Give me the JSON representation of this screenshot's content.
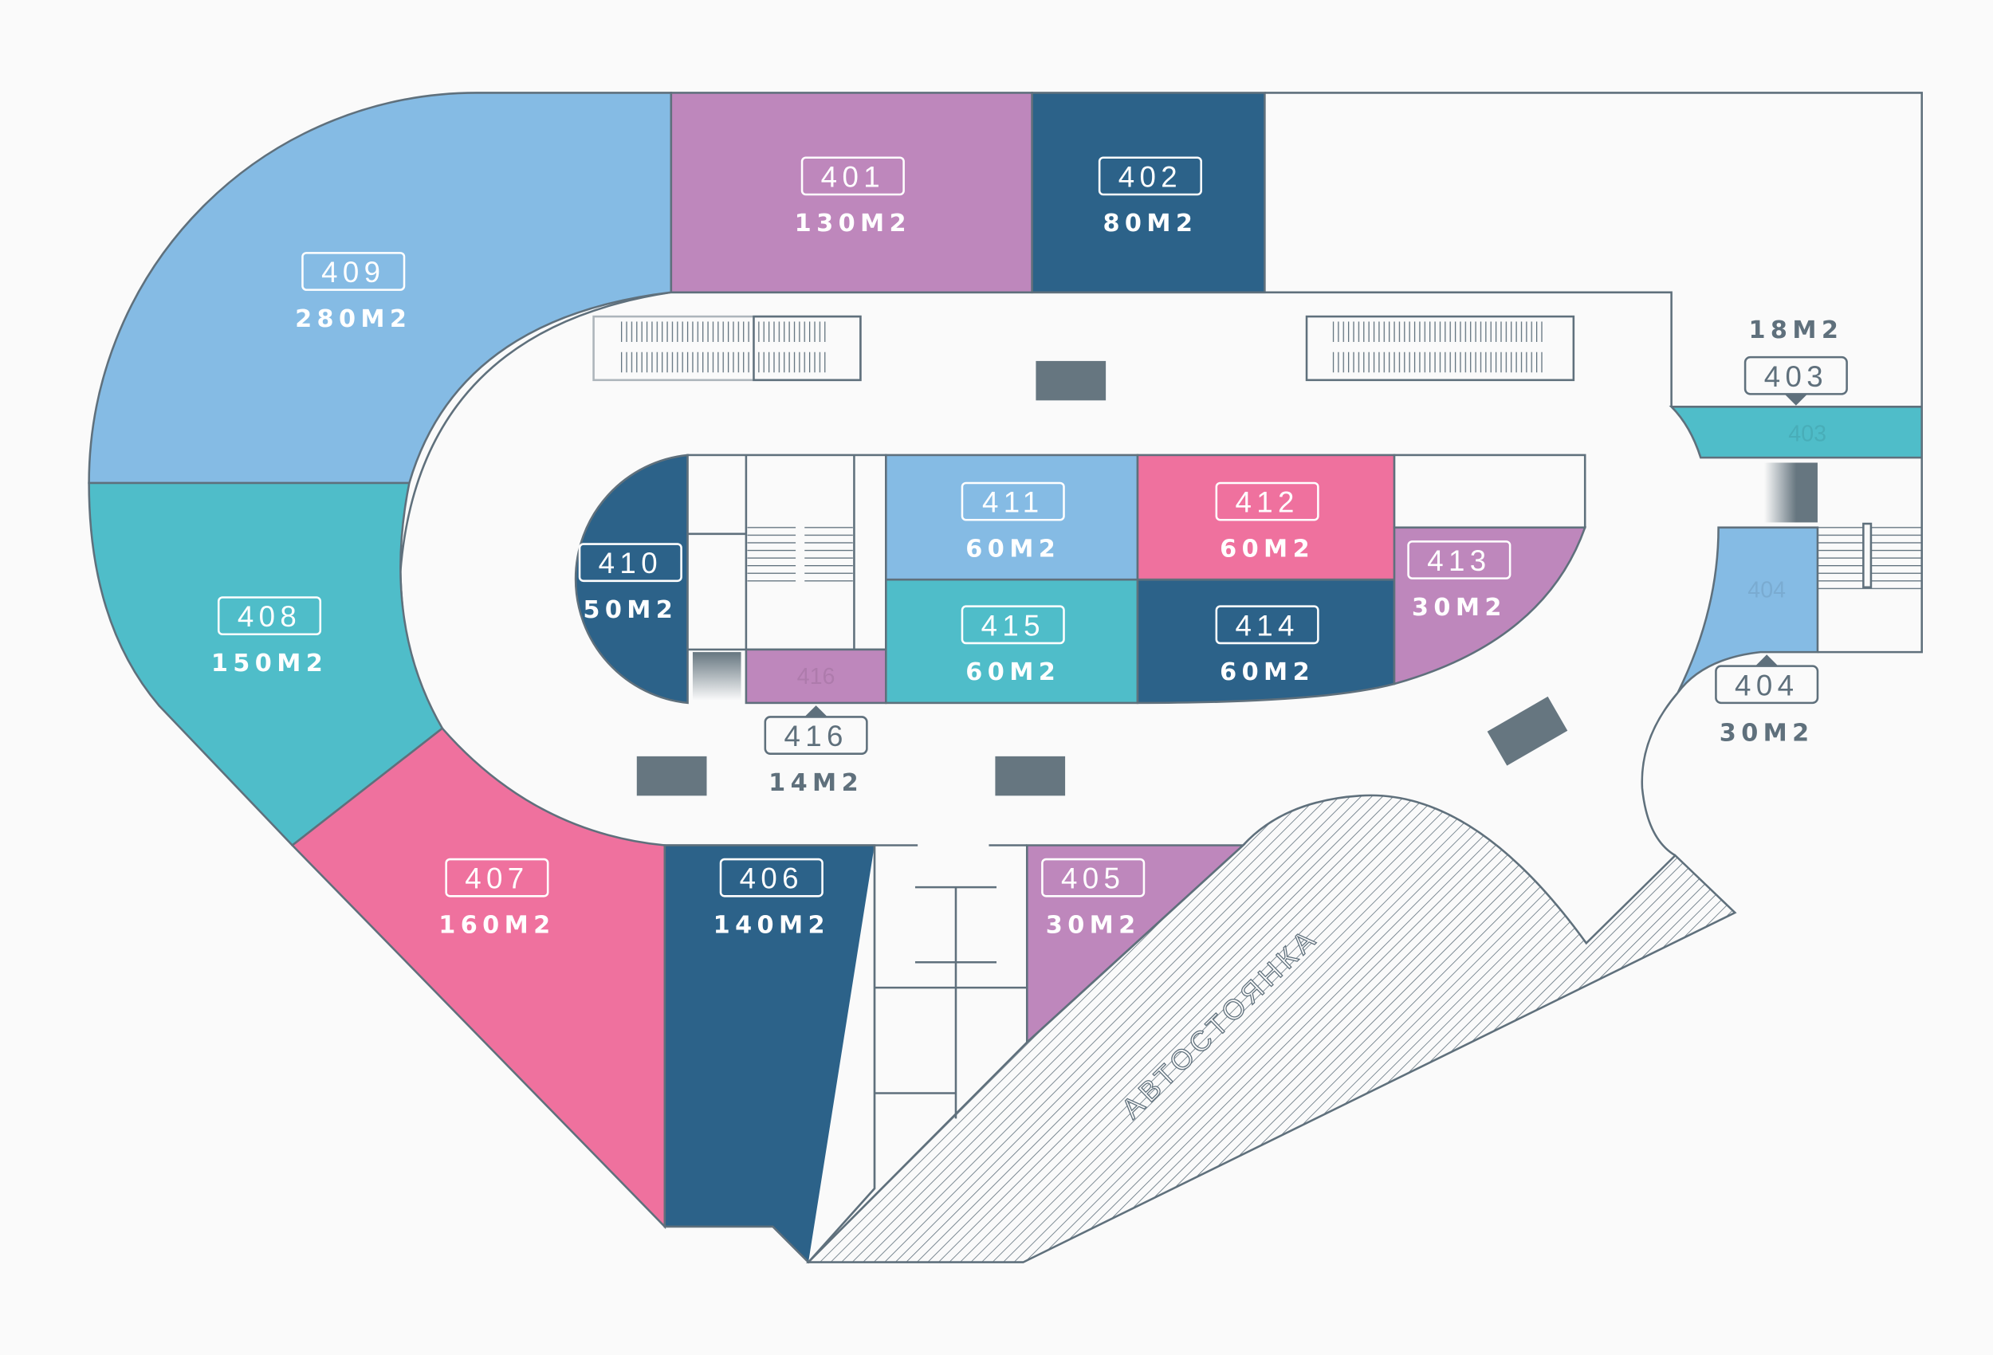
{
  "colors": {
    "light_blue": "#85bbe4",
    "purple": "#be87bc",
    "dark_blue": "#2c6289",
    "teal": "#4fbdc9",
    "pink": "#ef719e",
    "outline": "#5f707c",
    "block": "#667680"
  },
  "parking_label": "АВТОСТОЯНКА",
  "units": {
    "u401": {
      "number": "401",
      "area": "130М2"
    },
    "u402": {
      "number": "402",
      "area": "80М2"
    },
    "u403": {
      "number": "403",
      "area": "18М2"
    },
    "u404": {
      "number": "404",
      "area": "30М2"
    },
    "u405": {
      "number": "405",
      "area": "30М2"
    },
    "u406": {
      "number": "406",
      "area": "140М2"
    },
    "u407": {
      "number": "407",
      "area": "160М2"
    },
    "u408": {
      "number": "408",
      "area": "150М2"
    },
    "u409": {
      "number": "409",
      "area": "280М2"
    },
    "u410": {
      "number": "410",
      "area": "50М2"
    },
    "u411": {
      "number": "411",
      "area": "60М2"
    },
    "u412": {
      "number": "412",
      "area": "60М2"
    },
    "u413": {
      "number": "413",
      "area": "30М2"
    },
    "u414": {
      "number": "414",
      "area": "60М2"
    },
    "u415": {
      "number": "415",
      "area": "60М2"
    },
    "u416": {
      "number": "416",
      "area": "14М2"
    }
  }
}
